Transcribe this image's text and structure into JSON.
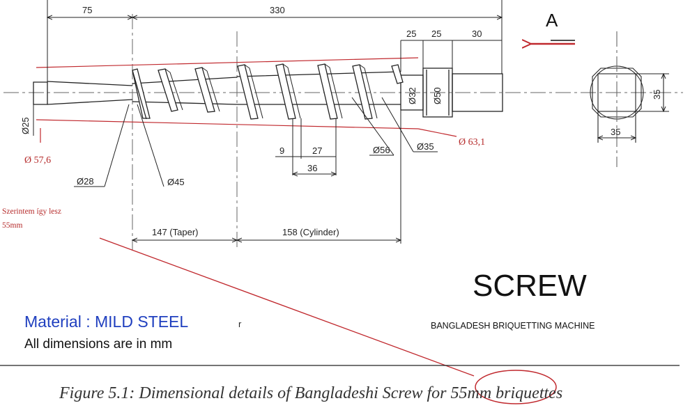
{
  "drawing": {
    "view_label": "A",
    "title": "SCREW",
    "subtitle": "BANGLADESH BRIQUETTING MACHINE",
    "material": "Material : MILD STEEL",
    "material_mark": "r",
    "units_note": "All dimensions are in mm",
    "caption": "Figure 5.1: Dimensional details of Bangladeshi Screw for 55mm briquettes"
  },
  "dimensions": {
    "d75": "75",
    "d330": "330",
    "d25a": "25",
    "d25b": "25",
    "d30": "30",
    "d9": "9",
    "d27": "27",
    "d36": "36",
    "taper": "147 (Taper)",
    "cylinder": "158 (Cylinder)",
    "dia25": "Ø25",
    "dia28": "Ø28",
    "dia45": "Ø45",
    "dia56": "Ø56",
    "dia35": "Ø35",
    "dia32": "Ø32",
    "dia50": "Ø50",
    "sq35_h": "35",
    "sq35_v": "35"
  },
  "annotations": {
    "dia576": "Ø 57,6",
    "dia631": "Ø 63,1",
    "note_line1": "Szerintem így lesz",
    "note_line2": "55mm"
  },
  "colors": {
    "line": "#222222",
    "red": "#b52a2a",
    "blue": "#1f3fbf"
  }
}
